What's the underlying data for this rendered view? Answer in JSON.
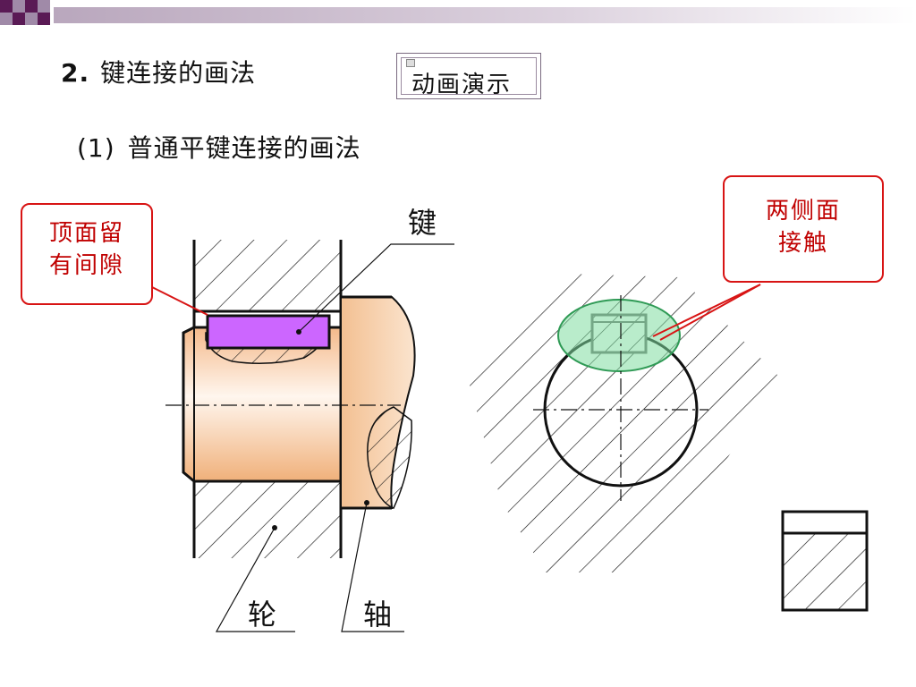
{
  "heading": {
    "number": "2.",
    "text": "键连接的画法"
  },
  "animation_button": {
    "label": "动画演示"
  },
  "subheading": {
    "paren": "(1)",
    "text": "普通平键连接的画法"
  },
  "callouts": {
    "left": {
      "line1": "顶面留",
      "line2": "有间隙"
    },
    "right": {
      "line1": "两侧面",
      "line2": "接触"
    }
  },
  "labels": {
    "key": "键",
    "wheel": "轮",
    "shaft": "轴"
  },
  "colors": {
    "top_bar_dark": "#5a1a55",
    "top_bar_light": "#a08aa8",
    "callout_border": "#d81414",
    "callout_text": "#c00000",
    "key_fill": "#cc66ff",
    "shaft_fill": "#f6c89a",
    "contact_highlight": "#7fdca0"
  }
}
